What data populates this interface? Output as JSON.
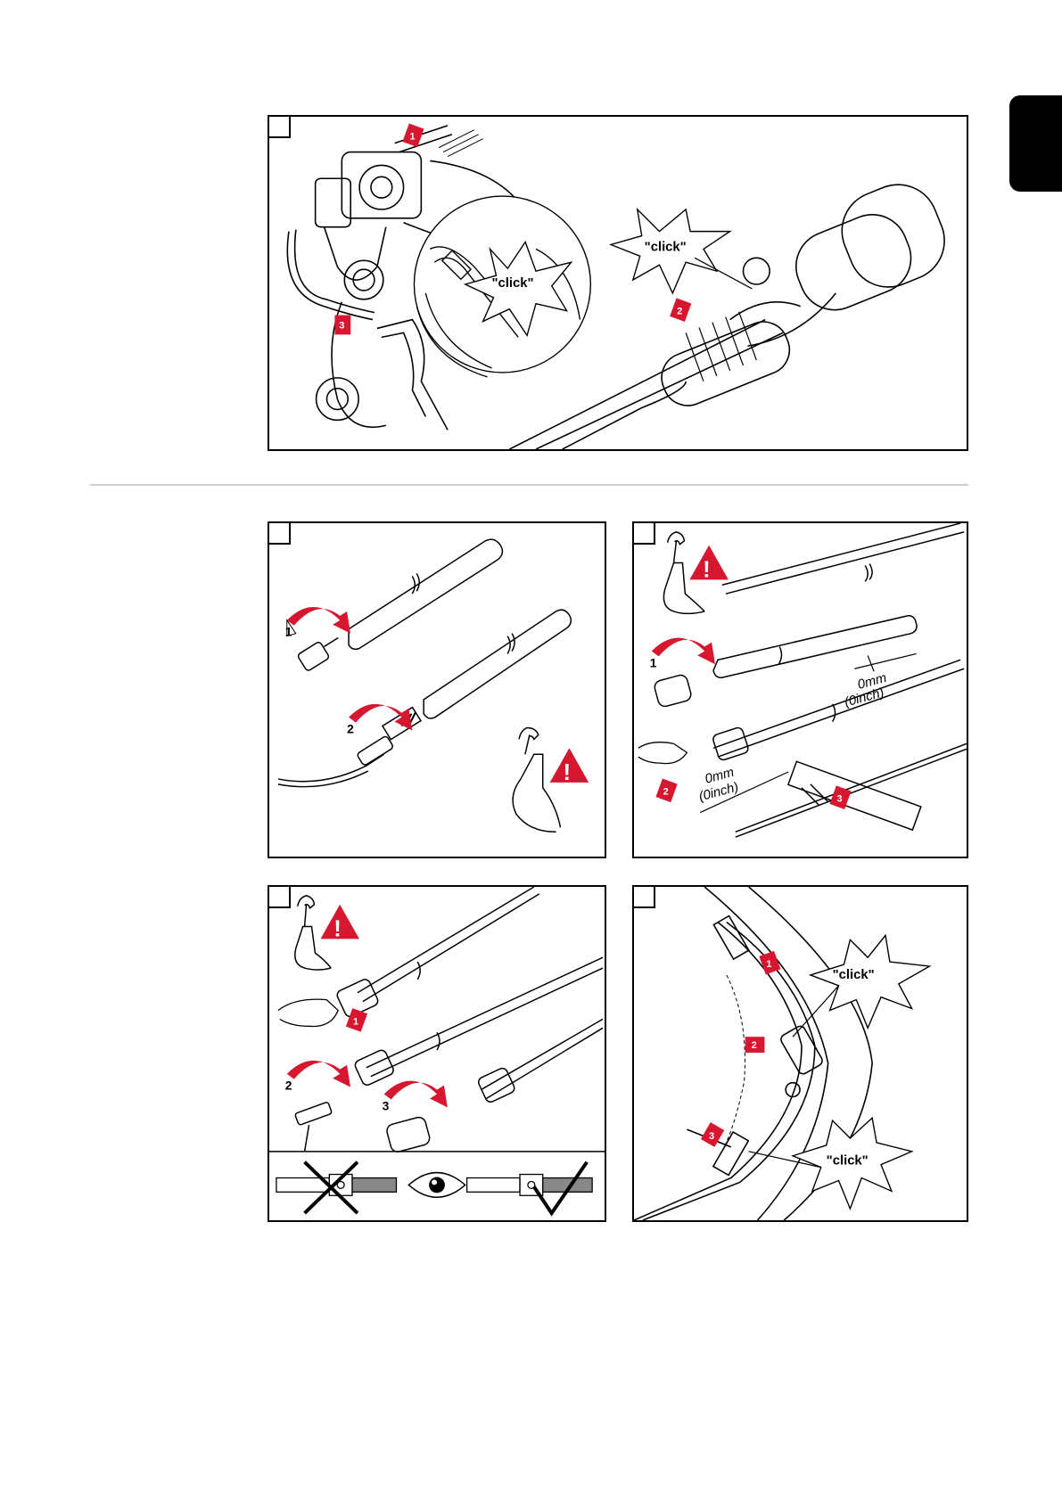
{
  "page": {
    "colors": {
      "accent": "#d7172f",
      "line": "#000000",
      "divider": "#cfcfcf",
      "tab": "#000000"
    }
  },
  "top_panel": {
    "callouts": [
      "\"click\"",
      "\"click\""
    ],
    "step_arrows": [
      "1",
      "2",
      "3"
    ]
  },
  "panel_a": {
    "rotate_labels": [
      "1",
      "2"
    ],
    "icons": [
      "wrench-icon",
      "warning-icon"
    ]
  },
  "panel_b": {
    "rotate_labels": [
      "1"
    ],
    "step_arrows": [
      "2",
      "3"
    ],
    "dimension_1": {
      "value": "0mm",
      "unit_alt": "(0inch)"
    },
    "dimension_2": {
      "value": "0mm",
      "unit_alt": "(0inch)"
    },
    "icons": [
      "wrench-icon",
      "warning-icon"
    ]
  },
  "panel_c": {
    "rotate_labels": [
      "2",
      "3"
    ],
    "step_arrows": [
      "1"
    ],
    "icons": [
      "wrench-icon",
      "warning-icon",
      "eye-icon",
      "cross-icon",
      "check-icon"
    ]
  },
  "panel_d": {
    "callouts": [
      "\"click\"",
      "\"click\""
    ],
    "step_arrows": [
      "1",
      "2",
      "3"
    ]
  }
}
